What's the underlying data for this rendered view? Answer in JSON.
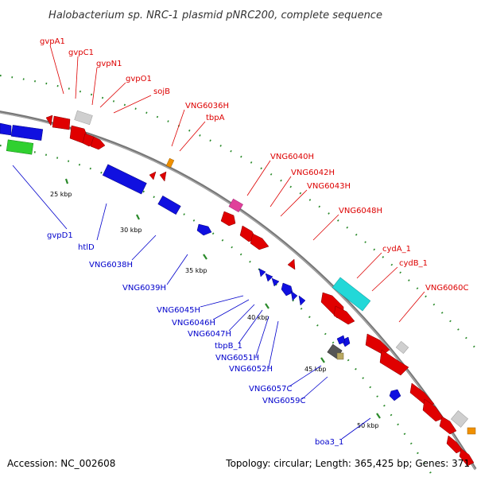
{
  "title": "Halobacterium sp. NRC-1 plasmid pNRC200, complete sequence",
  "footer": {
    "accession": "Accession: NC_002608",
    "summary": "Topology: circular; Length: 365,425 bp; Genes: 371"
  },
  "colors": {
    "forward_label": "#dd0000",
    "reverse_label": "#0000cc",
    "backbone": "#999999",
    "gc_ticks": "#1a7f1a"
  },
  "scale_ticks": [
    {
      "label": "25 kbp"
    },
    {
      "label": "30 kbp"
    },
    {
      "label": "35 kbp"
    },
    {
      "label": "40 kbp"
    },
    {
      "label": "45 kbp"
    },
    {
      "label": "50 kbp"
    }
  ],
  "gene_labels_forward": [
    {
      "name": "gvpA1"
    },
    {
      "name": "gvpC1"
    },
    {
      "name": "gvpN1"
    },
    {
      "name": "gvpO1"
    },
    {
      "name": "sojB"
    },
    {
      "name": "VNG6036H"
    },
    {
      "name": "tbpA"
    },
    {
      "name": "VNG6040H"
    },
    {
      "name": "VNG6042H"
    },
    {
      "name": "VNG6043H"
    },
    {
      "name": "VNG6048H"
    },
    {
      "name": "cydA_1"
    },
    {
      "name": "cydB_1"
    },
    {
      "name": "VNG6060C"
    }
  ],
  "gene_labels_reverse": [
    {
      "name": "gvpD1"
    },
    {
      "name": "htlD"
    },
    {
      "name": "VNG6038H"
    },
    {
      "name": "VNG6039H"
    },
    {
      "name": "VNG6045H"
    },
    {
      "name": "VNG6046H"
    },
    {
      "name": "VNG6047H"
    },
    {
      "name": "tbpB_1"
    },
    {
      "name": "VNG6051H"
    },
    {
      "name": "VNG6052H"
    },
    {
      "name": "VNG6057C"
    },
    {
      "name": "VNG6059C"
    },
    {
      "name": "boa3_1"
    }
  ]
}
